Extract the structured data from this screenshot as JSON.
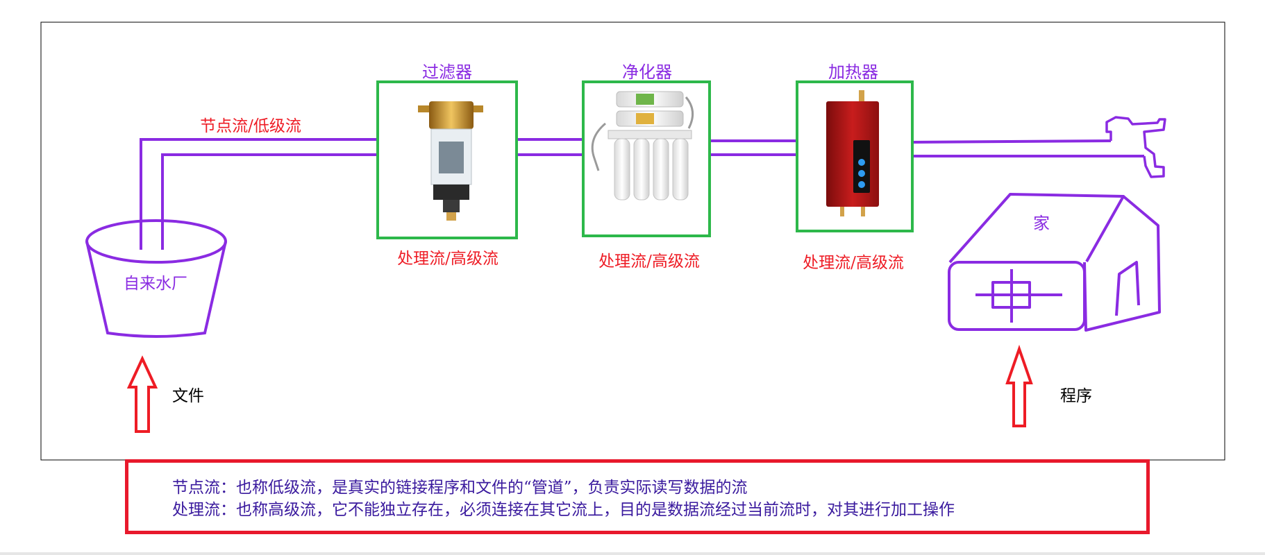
{
  "stages": [
    {
      "id": "filter",
      "name": "过滤器",
      "flow_label": "处理流/高级流"
    },
    {
      "id": "purifier",
      "name": "净化器",
      "flow_label": "处理流/高级流"
    },
    {
      "id": "heater",
      "name": "加热器",
      "flow_label": "处理流/高级流"
    }
  ],
  "source": {
    "label": "自来水厂",
    "pipe_label": "节点流/低级流",
    "arrow_label": "文件"
  },
  "destination": {
    "label": "家",
    "arrow_label": "程序"
  },
  "legend": {
    "line1": "节点流：也称低级流，是真实的链接程序和文件的“管道”，负责实际读写数据的流",
    "line2": "处理流：也称高级流，它不能独立存在，必须连接在其它流上，目的是数据流经过当前流时，对其进行加工操作"
  },
  "colors": {
    "pipe": "#8a2be2",
    "stage_name": "#8a2be2",
    "flow_label": "#ee1c25",
    "box_border": "#2db84a",
    "arrow": "#ee1c25",
    "legend_border": "#e8192c",
    "legend_text": "#3a1a9e"
  }
}
